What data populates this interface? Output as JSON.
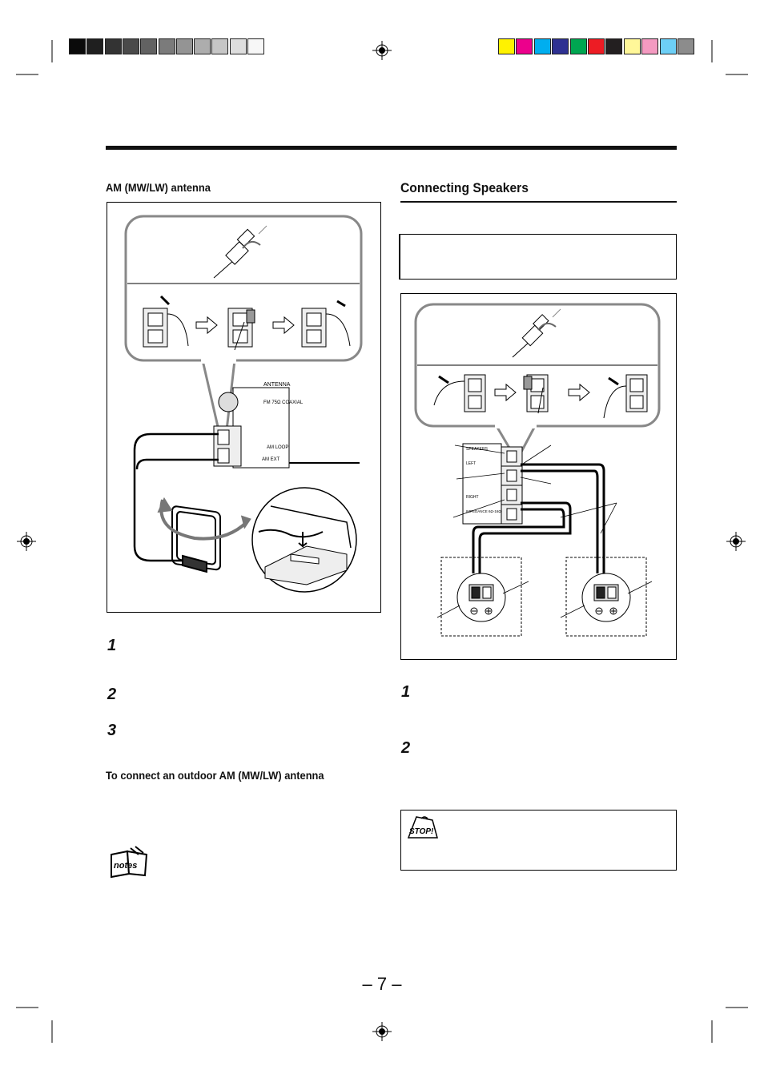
{
  "colors": {
    "gray_bar": [
      "#0a0a0a",
      "#1f1f1f",
      "#333333",
      "#4a4a4a",
      "#626262",
      "#7b7b7b",
      "#949494",
      "#adadad",
      "#c6c6c6",
      "#dedede",
      "#f7f7f7"
    ],
    "color_bar": [
      "#fff200",
      "#ec008c",
      "#00aeef",
      "#2e3192",
      "#00a651",
      "#ed1c24",
      "#231f20",
      "#fff799",
      "#f49ac1",
      "#6dcff6",
      "#8c8c8c"
    ]
  },
  "left": {
    "section_heading": "AM (MW/LW) antenna",
    "antenna_label": "ANTENNA",
    "fm_label": "FM 75Ω COAXIAL",
    "am_loop_label": "AM LOOP",
    "am_ext_label": "AM EXT",
    "steps": [
      "1",
      "2",
      "3"
    ],
    "outdoor_heading": "To connect an outdoor AM (MW/LW) antenna",
    "notes_label": "notes"
  },
  "right": {
    "section_heading": "Connecting Speakers",
    "speakers_label": "SPEAKERS",
    "left_label": "LEFT",
    "right_label": "RIGHT",
    "impedance_label": "IMPEDANCE 6Ω-16Ω",
    "steps": [
      "1",
      "2"
    ],
    "stop_label": "STOP!"
  },
  "page_number": "– 7 –"
}
